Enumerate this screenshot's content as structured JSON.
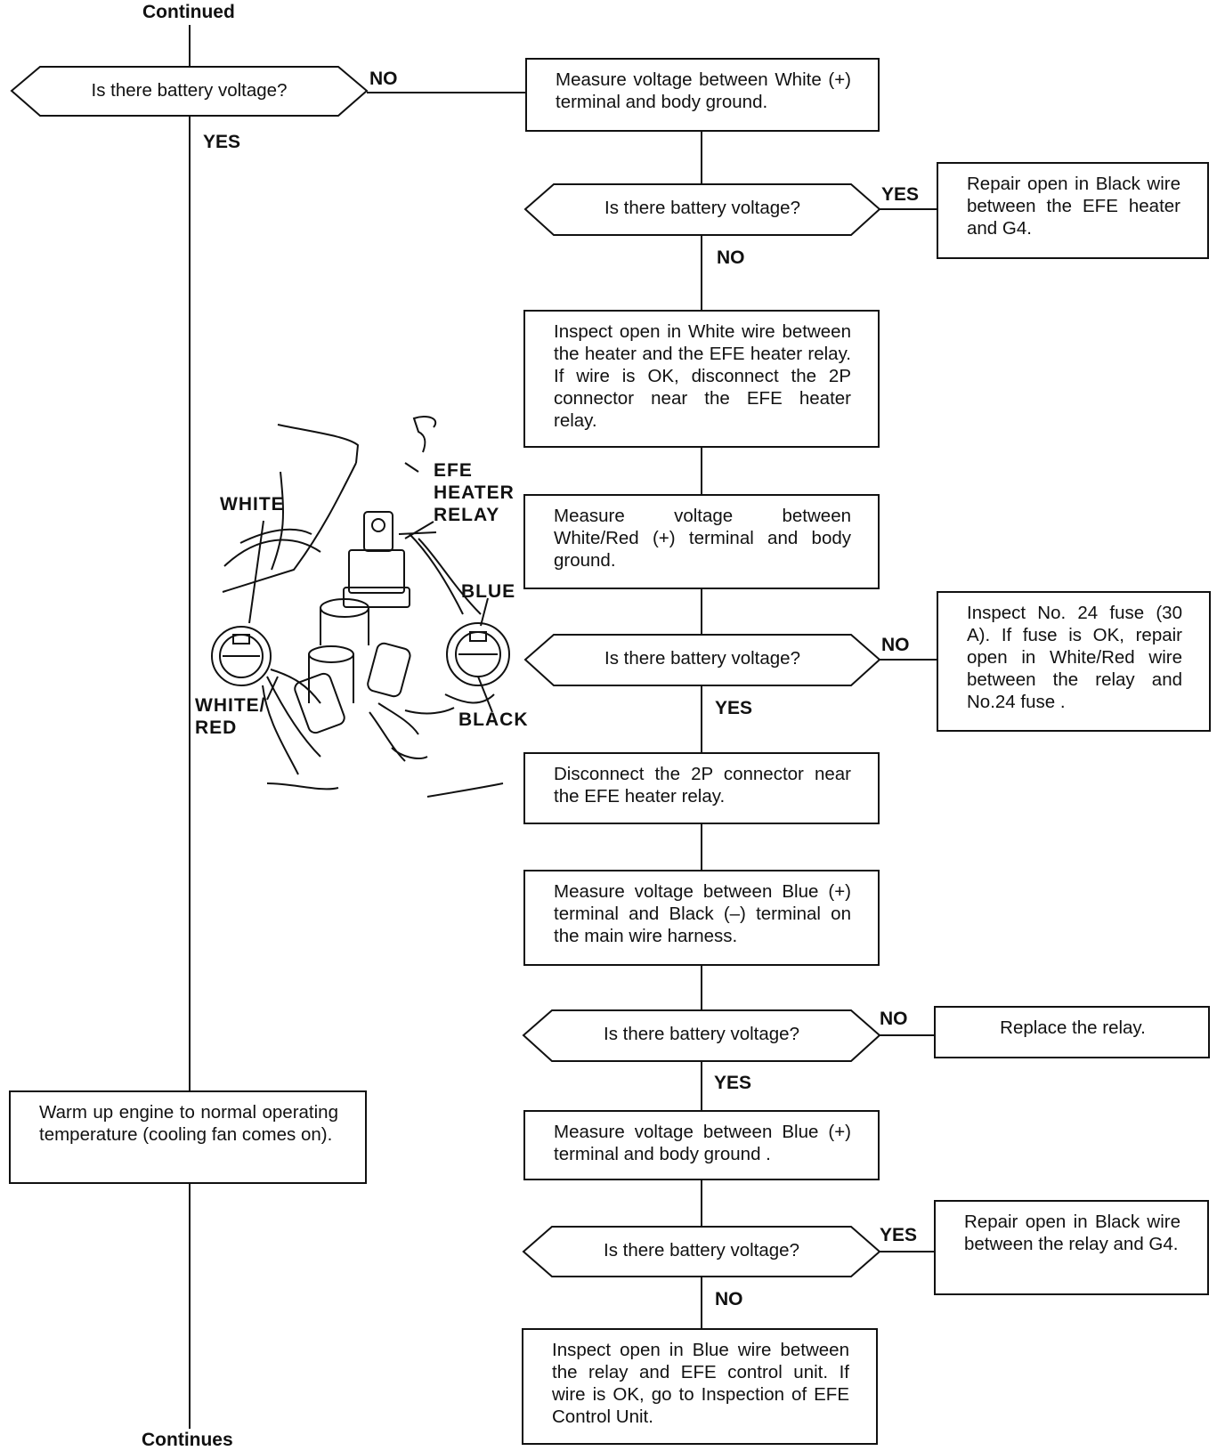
{
  "header_continued": "Continued",
  "footer_continues": "Continues",
  "decisions": {
    "d1": "Is there battery voltage?",
    "d2": "Is there battery voltage?",
    "d3": "Is there battery voltage?",
    "d4": "Is there battery voltage?",
    "d5": "Is there battery voltage?"
  },
  "branch_labels": {
    "d1_no": "NO",
    "d1_yes": "YES",
    "d2_yes": "YES",
    "d2_no": "NO",
    "d3_no": "NO",
    "d3_yes": "YES",
    "d4_no": "NO",
    "d4_yes": "YES",
    "d5_yes": "YES",
    "d5_no": "NO"
  },
  "boxes": {
    "measure_white": "Measure voltage between White (+) terminal and body ground.",
    "repair_black_efe": "Repair open in Black wire between the EFE heater and G4.",
    "inspect_white": "Inspect open in White wire between the heater and the EFE heater relay. If wire is OK, disconnect the 2P connector near the EFE heater relay.",
    "measure_white_red": "Measure voltage between White/Red (+) terminal and body ground.",
    "inspect_fuse": "Inspect No. 24 fuse (30 A). If fuse is OK, repair open in White/Red wire between the relay and No.24 fuse .",
    "disconnect_2p": "Disconnect the 2P connector near the EFE heater relay.",
    "measure_blue_black": "Measure voltage between Blue (+) terminal and Black (–) terminal on the main wire harness.",
    "replace_relay": "Replace the relay.",
    "measure_blue_ground": "Measure voltage between Blue (+) terminal and body ground .",
    "repair_black_relay": "Repair open in Black wire between the relay and G4.",
    "inspect_blue": "Inspect open in Blue wire between the relay and EFE control unit. If wire is OK, go to Inspection of EFE Control Unit.",
    "warm_up": "Warm up engine to normal operating temperature (cooling fan comes on)."
  },
  "illustration": {
    "label_white": "WHITE",
    "label_relay": "EFE\nHEATER\nRELAY",
    "label_blue": "BLUE",
    "label_white_red": "WHITE/\nRED",
    "label_black": "BLACK"
  }
}
